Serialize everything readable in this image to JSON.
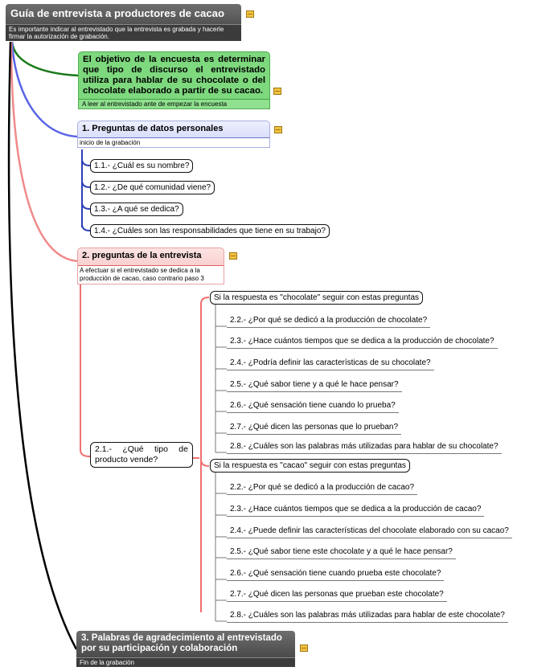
{
  "root": {
    "title": "Guía de entrevista a productores de cacao",
    "note": "Es importante indicar al entrevistado que la entrevista es grabada y hacerle firmar la autorización de grabación."
  },
  "objective": {
    "title": "El objetivo de la encuesta es determinar que tipo de discurso el entrevistado utiliza para hablar de su chocolate o del chocolate elaborado a partir de su cacao.",
    "note": "A leer al entrevistado ante de empezar la encuesta"
  },
  "section1": {
    "title": "1. Preguntas de datos personales",
    "note": "inicio de la grabación",
    "items": [
      "1.1.- ¿Cuál es su nombre?",
      "1.2.- ¿De qué comunidad viene?",
      "1.3.- ¿A qué se dedica?",
      "1.4.- ¿Cuáles son las responsabilidades que tiene en su trabajo?"
    ]
  },
  "section2": {
    "title": "2. preguntas de la entrevista",
    "note": "A efectuar si el entrevistado se dedica a la producción de cacao, caso contrario paso 3",
    "question": "2.1.- ¿Qué tipo de producto vende?",
    "branch_chocolate": {
      "label": "Si la respuesta es \"chocolate\" seguir con estas preguntas",
      "items": [
        "2.2.- ¿Por qué se dedicó a la producción de chocolate?",
        "2.3.- ¿Hace cuántos tiempos que se dedica a la producción de chocolate?",
        "2.4.- ¿Podría definir las características de su chocolate?",
        "2.5.- ¿Qué sabor tiene y a qué le hace pensar?",
        "2.6.- ¿Qué sensación tiene cuando lo prueba?",
        "2.7.- ¿Qué dicen las personas que lo prueban?",
        "2.8.- ¿Cuáles son las palabras más utilizadas para hablar de su chocolate?"
      ]
    },
    "branch_cacao": {
      "label": "Si la respuesta es \"cacao\" seguir con estas preguntas",
      "items": [
        "2.2.- ¿Por qué se dedicó a la producción de cacao?",
        "2.3.- ¿Hace cuántos tiempos que se dedica a la producción de cacao?",
        "2.4.- ¿Puede definir las características del chocolate elaborado con su cacao?",
        "2.5.- ¿Qué sabor tiene este chocolate y a qué le hace pensar?",
        "2.6.- ¿Qué sensación tiene cuando prueba este chocolate?",
        "2.7.- ¿Qué dicen las personas que prueban este chocolate?",
        "2.8.- ¿Cuáles son las palabras más utilizadas para hablar de este chocolate?"
      ]
    }
  },
  "section3": {
    "title": "3. Palabras de agradecimiento al entrevistado por su participación y colaboración",
    "note": "Fin de la grabación"
  },
  "colors": {
    "branch_objective": "#1a7a1a",
    "branch_section1": "#5a64e6",
    "branch_section2": "#f08a8a",
    "branch_section3": "#000000",
    "sub_section1": "#2c3fb8",
    "sub_section2": "#f07070",
    "note_icon": "#f3c240"
  }
}
